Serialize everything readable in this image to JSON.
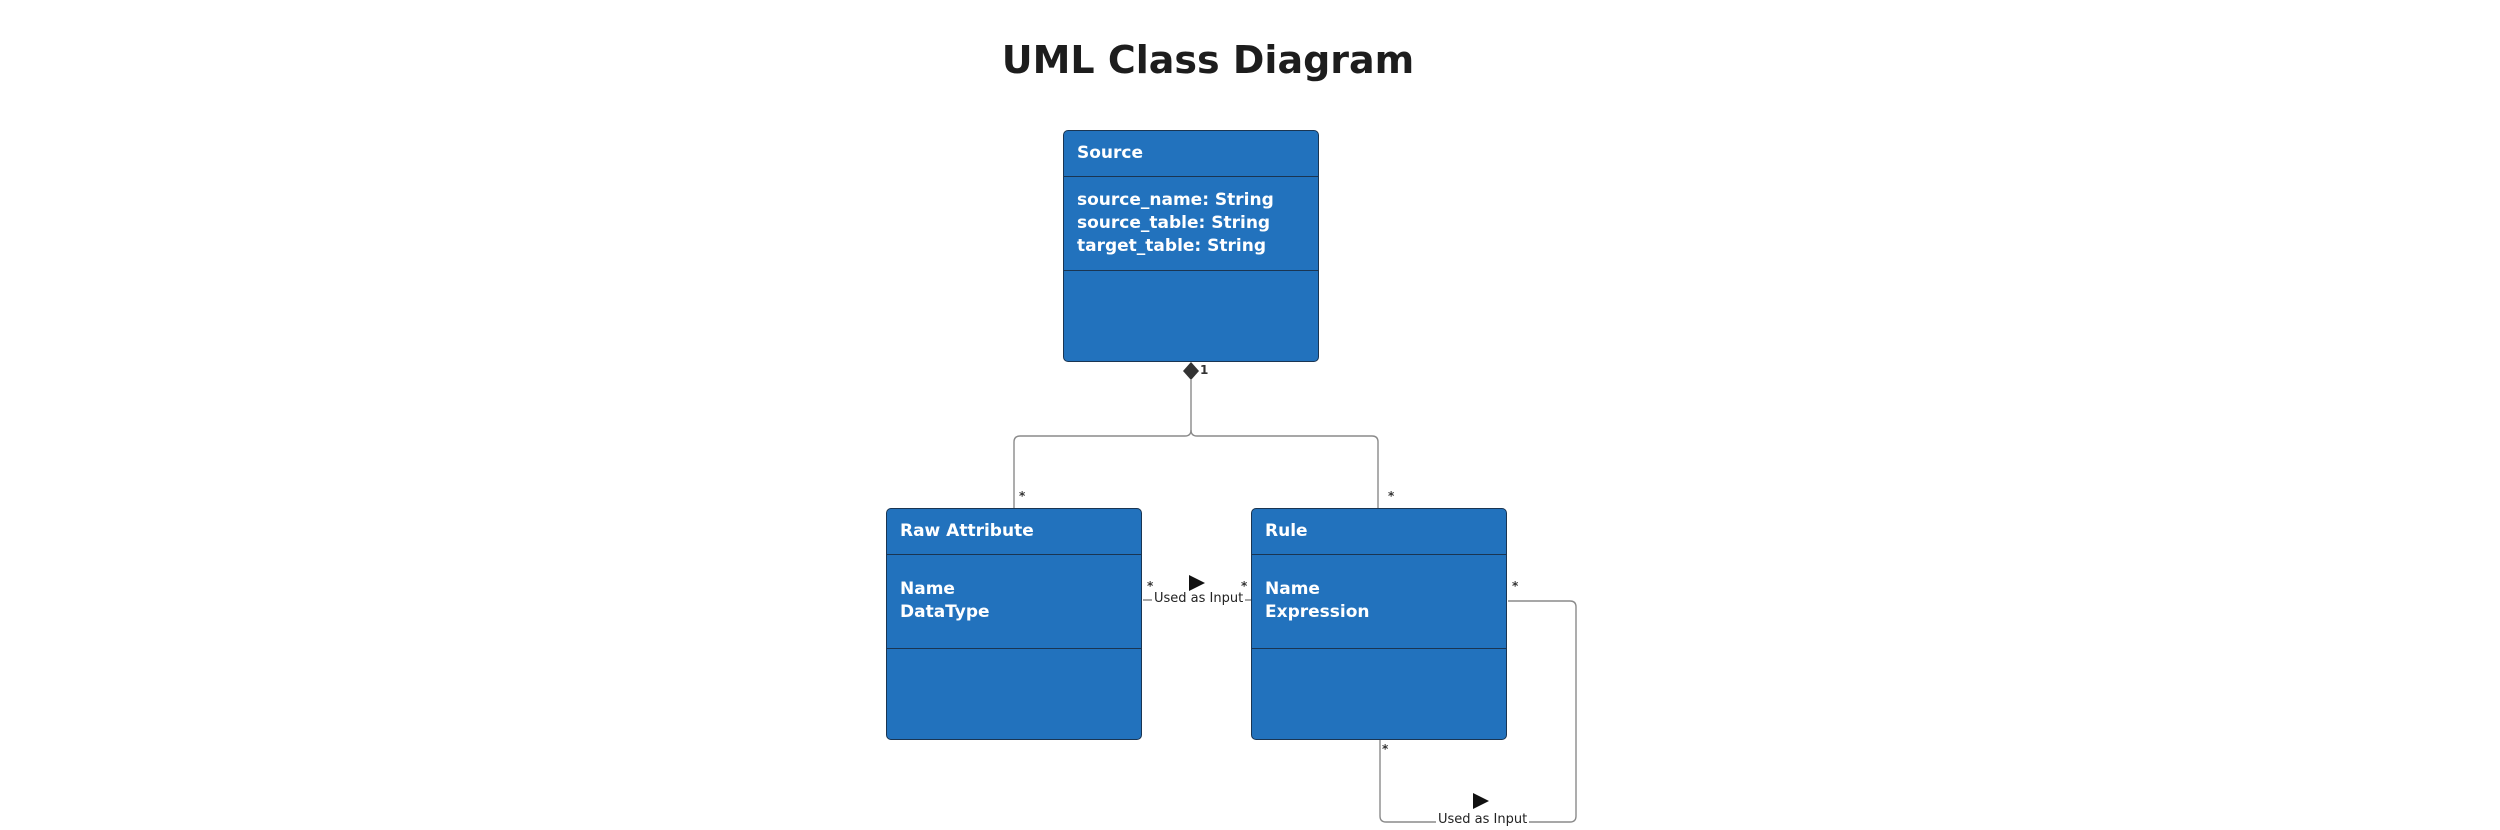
{
  "title": "UML Class Diagram",
  "classes": {
    "source": {
      "name": "Source",
      "attributes": [
        "source_name: String",
        "source_table: String",
        "target_table: String"
      ]
    },
    "raw_attribute": {
      "name": "Raw Attribute",
      "attributes": [
        "Name",
        "DataType"
      ]
    },
    "rule": {
      "name": "Rule",
      "attributes": [
        "Name",
        "Expression"
      ]
    }
  },
  "relations": {
    "composition": {
      "source_multiplicity": "1",
      "raw_attribute_multiplicity": "*",
      "rule_multiplicity": "*"
    },
    "raw_to_rule": {
      "label": "Used as Input",
      "from_multiplicity": "*",
      "to_multiplicity": "*"
    },
    "rule_self": {
      "label": "Used as Input",
      "from_multiplicity": "*",
      "to_multiplicity": "*"
    }
  }
}
